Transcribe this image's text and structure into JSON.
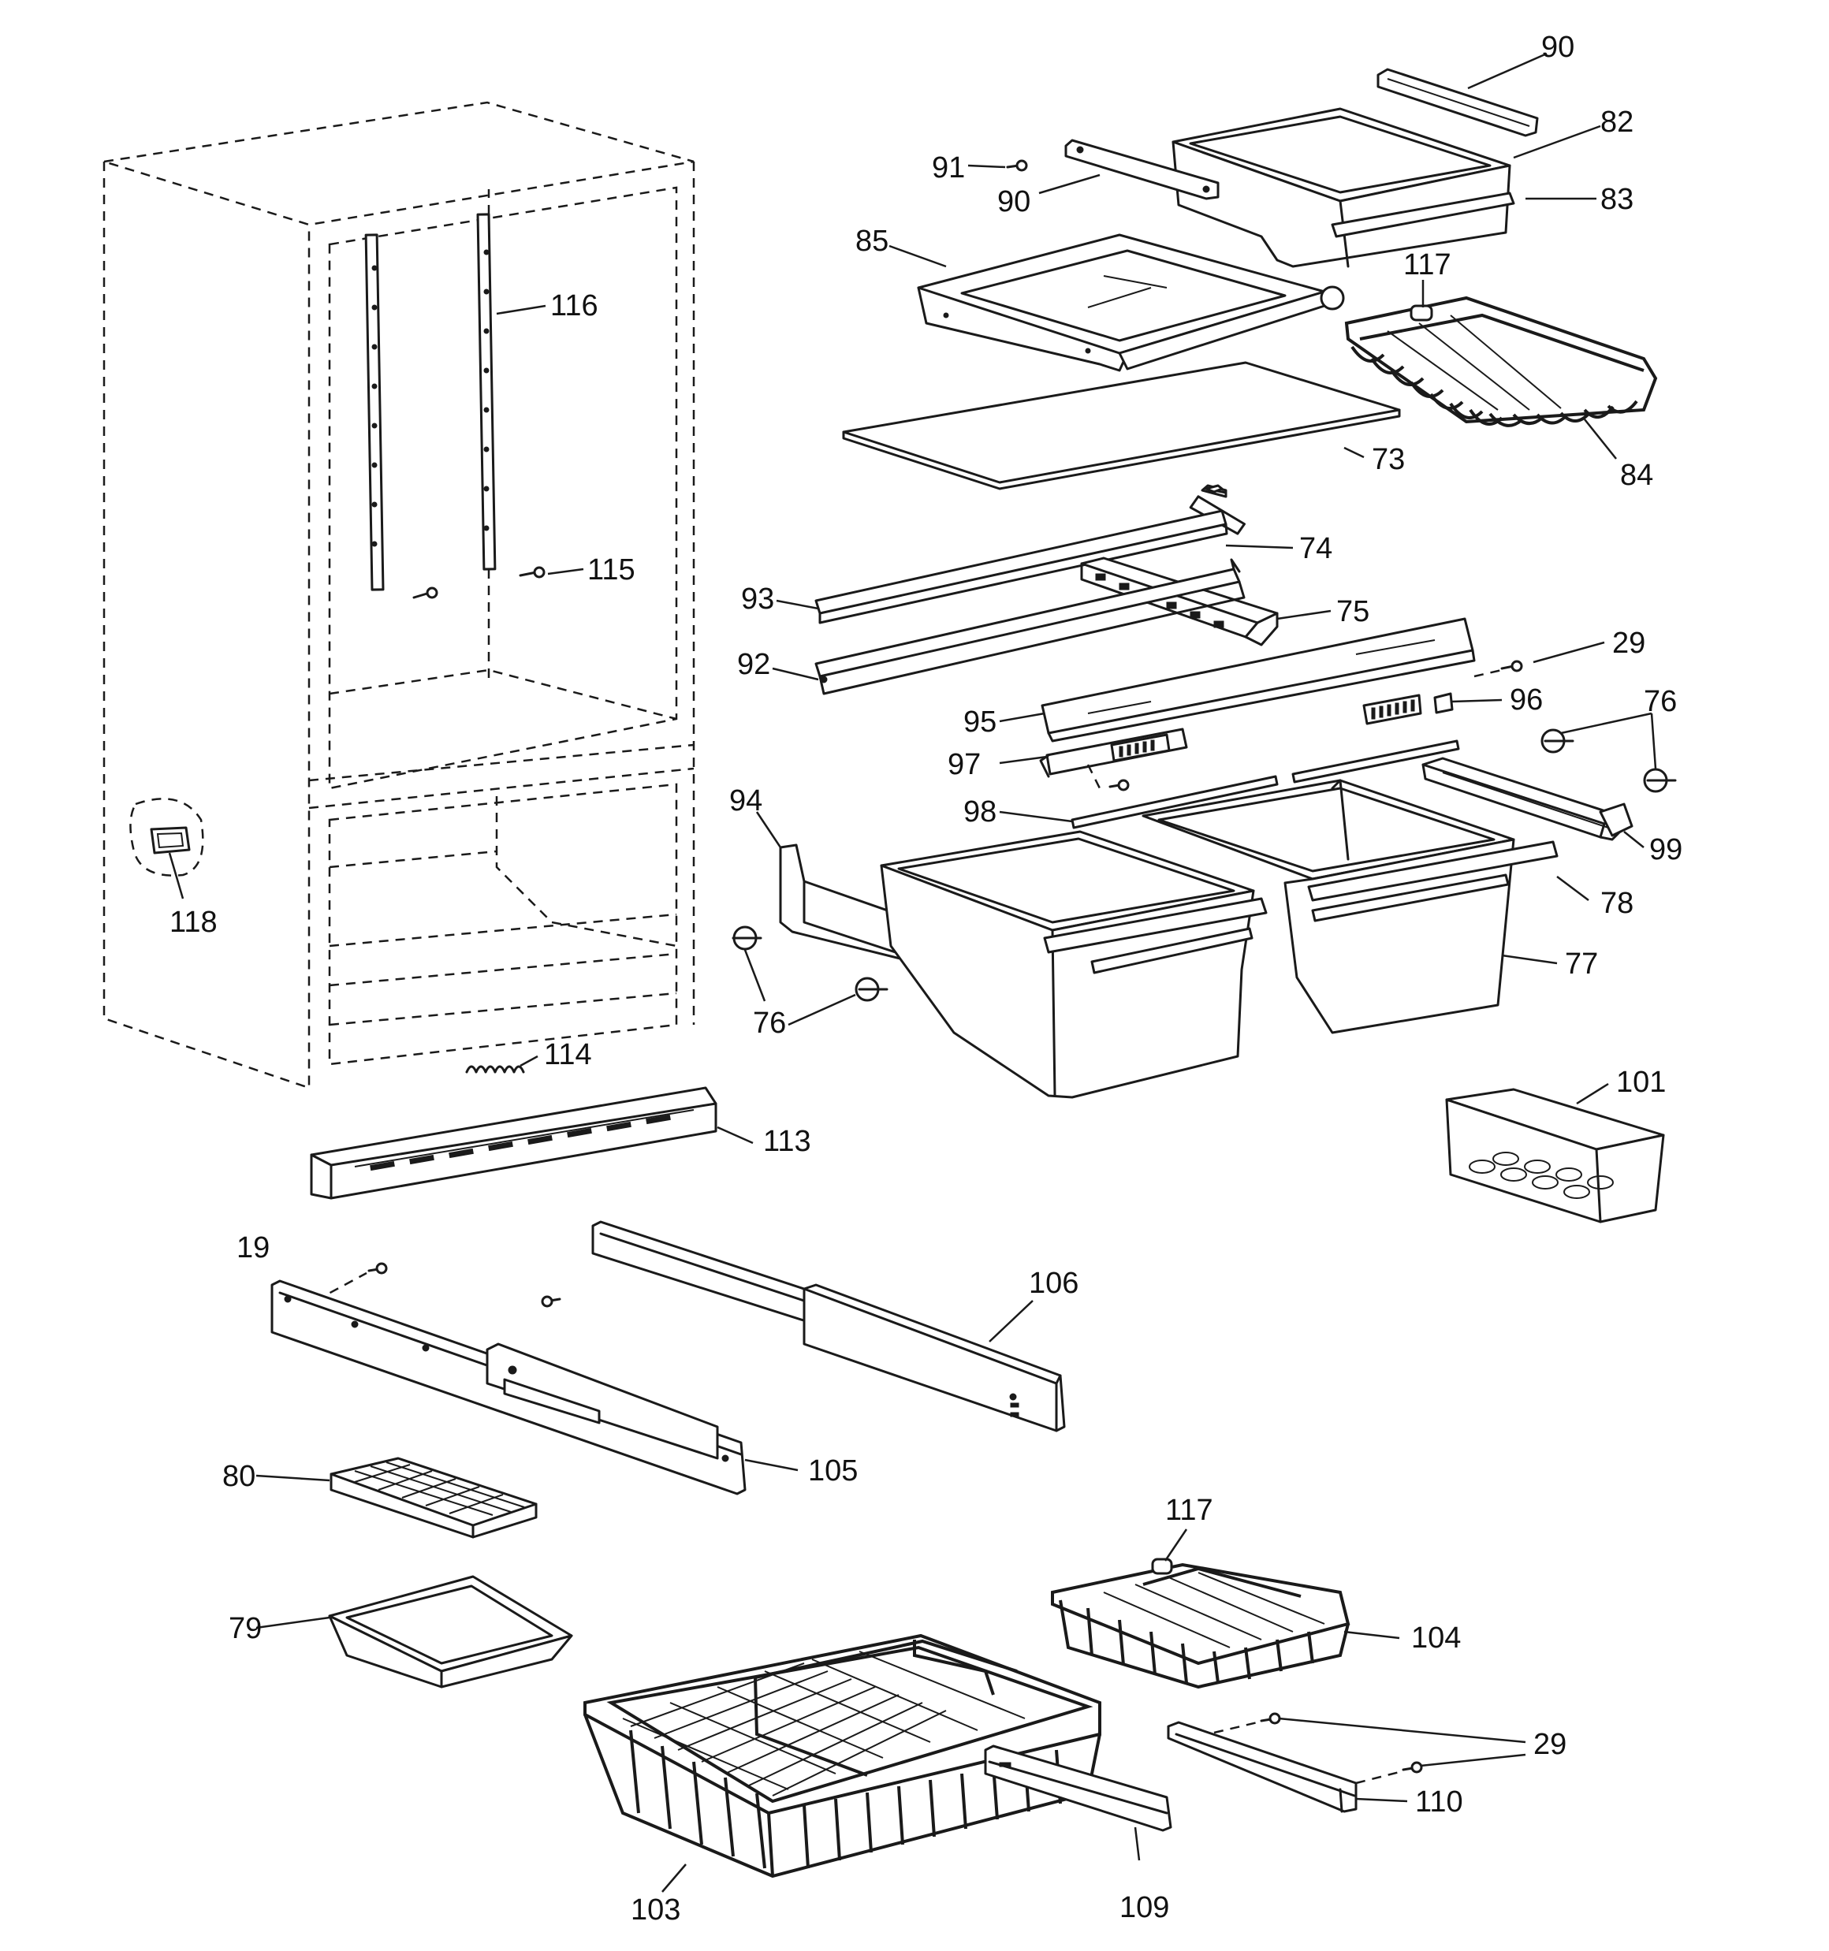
{
  "callouts": [
    {
      "id": "c90a",
      "text": "90"
    },
    {
      "id": "c82",
      "text": "82"
    },
    {
      "id": "c91",
      "text": "91"
    },
    {
      "id": "c90b",
      "text": "90"
    },
    {
      "id": "c83",
      "text": "83"
    },
    {
      "id": "c85",
      "text": "85"
    },
    {
      "id": "c117a",
      "text": "117"
    },
    {
      "id": "c116",
      "text": "116"
    },
    {
      "id": "c73",
      "text": "73"
    },
    {
      "id": "c84",
      "text": "84"
    },
    {
      "id": "c74",
      "text": "74"
    },
    {
      "id": "c115",
      "text": "115"
    },
    {
      "id": "c93",
      "text": "93"
    },
    {
      "id": "c75",
      "text": "75"
    },
    {
      "id": "c29a",
      "text": "29"
    },
    {
      "id": "c92",
      "text": "92"
    },
    {
      "id": "c96",
      "text": "96"
    },
    {
      "id": "c76a",
      "text": "76"
    },
    {
      "id": "c95",
      "text": "95"
    },
    {
      "id": "c97",
      "text": "97"
    },
    {
      "id": "c94",
      "text": "94"
    },
    {
      "id": "c98",
      "text": "98"
    },
    {
      "id": "c99",
      "text": "99"
    },
    {
      "id": "c118",
      "text": "118"
    },
    {
      "id": "c78",
      "text": "78"
    },
    {
      "id": "c77",
      "text": "77"
    },
    {
      "id": "c76b",
      "text": "76"
    },
    {
      "id": "c114",
      "text": "114"
    },
    {
      "id": "c101",
      "text": "101"
    },
    {
      "id": "c113",
      "text": "113"
    },
    {
      "id": "c19",
      "text": "19"
    },
    {
      "id": "c106",
      "text": "106"
    },
    {
      "id": "c80",
      "text": "80"
    },
    {
      "id": "c105",
      "text": "105"
    },
    {
      "id": "c117b",
      "text": "117"
    },
    {
      "id": "c79",
      "text": "79"
    },
    {
      "id": "c104",
      "text": "104"
    },
    {
      "id": "c29b",
      "text": "29"
    },
    {
      "id": "c110",
      "text": "110"
    },
    {
      "id": "c103",
      "text": "103"
    },
    {
      "id": "c109",
      "text": "109"
    }
  ]
}
